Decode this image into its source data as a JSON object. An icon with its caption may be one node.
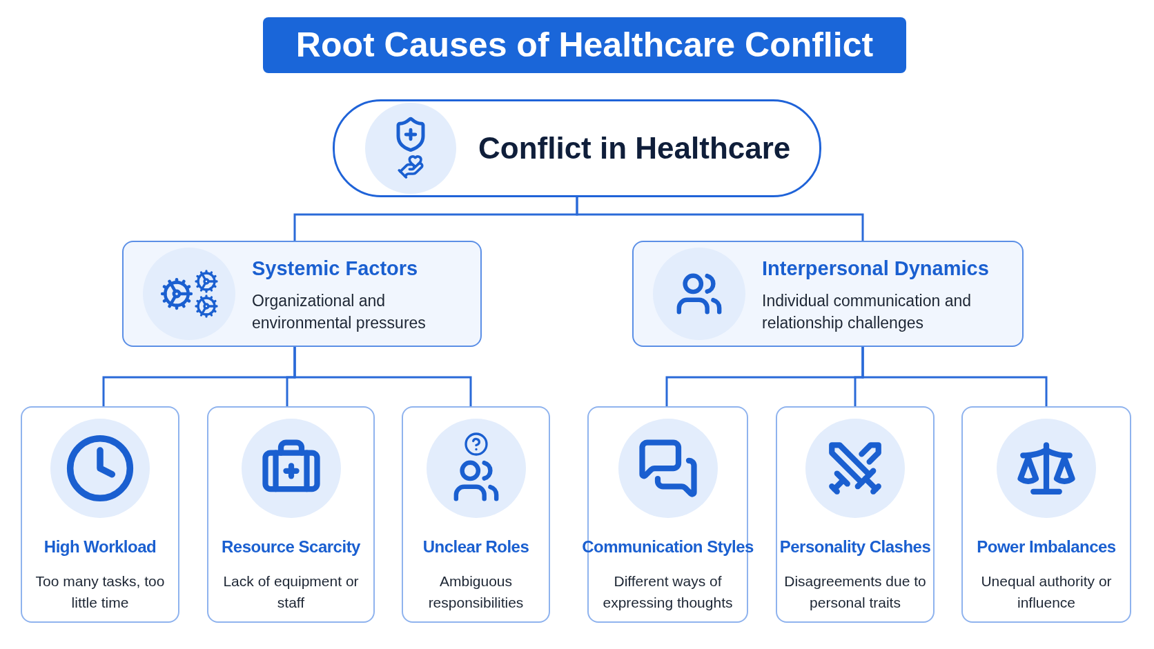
{
  "diagram": {
    "title": "Root Causes of Healthcare Conflict",
    "nodes": [
      {
        "text": [
          "Conflict in Healthcare"
        ]
      },
      {
        "text": [
          "Systemic Factors",
          "Organizational and environmental pressures"
        ]
      },
      {
        "text": [
          "Interpersonal Dynamics",
          "Individual communication and relationship challenges"
        ]
      },
      {
        "text": [
          "High Workload",
          "Too many tasks, too little time"
        ]
      },
      {
        "text": [
          "Resource Scarcity",
          "Lack of equipment or staff"
        ]
      },
      {
        "text": [
          "Unclear Roles",
          "Ambiguous responsibilities"
        ]
      },
      {
        "text": [
          "Communication Styles",
          "Different ways of expressing thoughts"
        ]
      },
      {
        "text": [
          "Personality Clashes",
          "Disagreements due to personal traits"
        ]
      },
      {
        "text": [
          "Power Imbalances",
          "Unequal authority or influence"
        ]
      }
    ],
    "edges": [
      {
        "from": 0,
        "to": 1,
        "arrow": "none"
      },
      {
        "from": 0,
        "to": 2,
        "arrow": "none"
      },
      {
        "from": 1,
        "to": 3,
        "arrow": "none"
      },
      {
        "from": 1,
        "to": 4,
        "arrow": "none"
      },
      {
        "from": 1,
        "to": 5,
        "arrow": "none"
      },
      {
        "from": 2,
        "to": 6,
        "arrow": "none"
      },
      {
        "from": 2,
        "to": 7,
        "arrow": "none"
      },
      {
        "from": 2,
        "to": 8,
        "arrow": "none"
      }
    ]
  }
}
